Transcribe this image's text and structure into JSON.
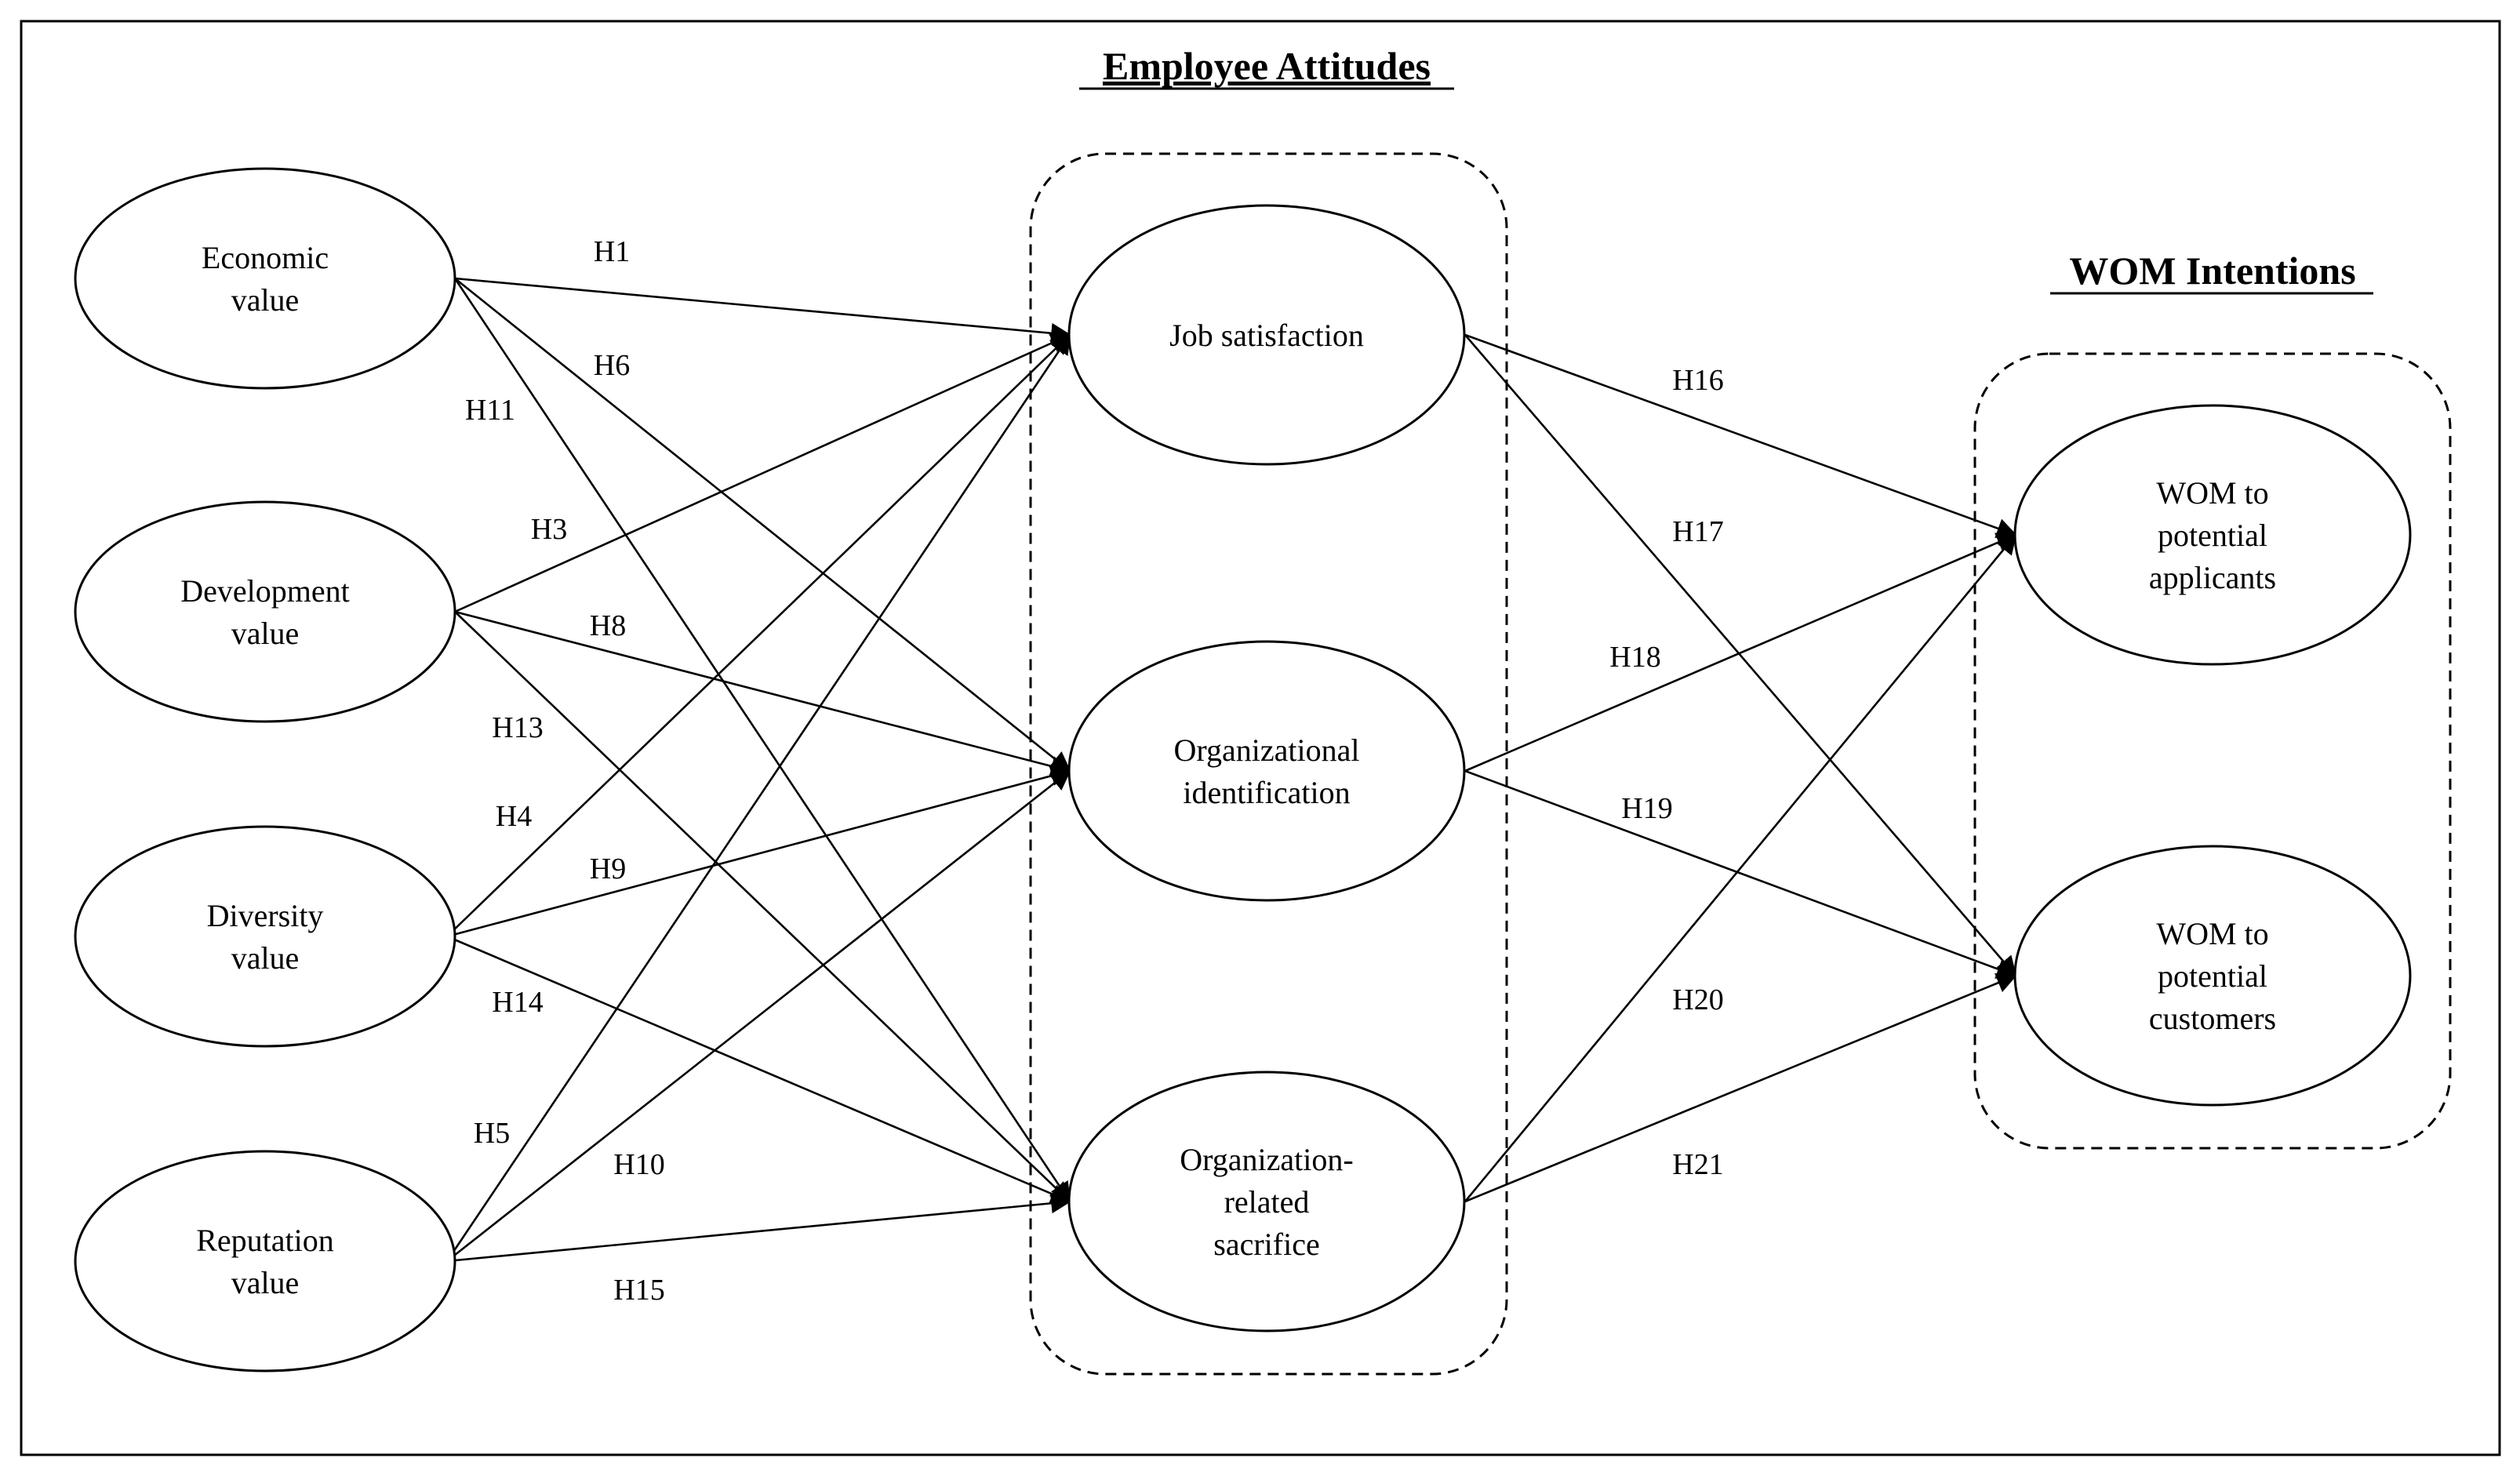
{
  "colors": {
    "stroke": "#000000",
    "background": "#ffffff"
  },
  "groups": {
    "employee_attitudes": {
      "title": "Employee Attitudes"
    },
    "wom_intentions": {
      "title": "WOM Intentions"
    }
  },
  "nodes": {
    "economic": {
      "label": [
        "Economic",
        "value"
      ]
    },
    "development": {
      "label": [
        "Development",
        "value"
      ]
    },
    "diversity": {
      "label": [
        "Diversity",
        "value"
      ]
    },
    "reputation": {
      "label": [
        "Reputation",
        "value"
      ]
    },
    "job_sat": {
      "label": [
        "Job satisfaction"
      ]
    },
    "org_id": {
      "label": [
        "Organizational",
        "identification"
      ]
    },
    "org_sac": {
      "label": [
        "Organization-",
        "related",
        "sacrifice"
      ]
    },
    "wom_app": {
      "label": [
        "WOM to",
        "potential",
        "applicants"
      ]
    },
    "wom_cust": {
      "label": [
        "WOM to",
        "potential",
        "customers"
      ]
    }
  },
  "edges": [
    {
      "id": "H1",
      "from": "economic",
      "to": "job_sat",
      "label": "H1"
    },
    {
      "id": "H6",
      "from": "economic",
      "to": "org_id",
      "label": "H6"
    },
    {
      "id": "H11",
      "from": "economic",
      "to": "org_sac",
      "label": "H11"
    },
    {
      "id": "H3",
      "from": "development",
      "to": "job_sat",
      "label": "H3"
    },
    {
      "id": "H8",
      "from": "development",
      "to": "org_id",
      "label": "H8"
    },
    {
      "id": "H13",
      "from": "development",
      "to": "org_sac",
      "label": "H13"
    },
    {
      "id": "H4",
      "from": "diversity",
      "to": "job_sat",
      "label": "H4"
    },
    {
      "id": "H9",
      "from": "diversity",
      "to": "org_id",
      "label": "H9"
    },
    {
      "id": "H14",
      "from": "diversity",
      "to": "org_sac",
      "label": "H14"
    },
    {
      "id": "H5",
      "from": "reputation",
      "to": "job_sat",
      "label": "H5"
    },
    {
      "id": "H10",
      "from": "reputation",
      "to": "org_id",
      "label": "H10"
    },
    {
      "id": "H15",
      "from": "reputation",
      "to": "org_sac",
      "label": "H15"
    },
    {
      "id": "H16",
      "from": "job_sat",
      "to": "wom_app",
      "label": "H16"
    },
    {
      "id": "H17",
      "from": "job_sat",
      "to": "wom_cust",
      "label": "H17"
    },
    {
      "id": "H18",
      "from": "org_id",
      "to": "wom_app",
      "label": "H18"
    },
    {
      "id": "H19",
      "from": "org_id",
      "to": "wom_cust",
      "label": "H19"
    },
    {
      "id": "H20",
      "from": "org_sac",
      "to": "wom_app",
      "label": "H20"
    },
    {
      "id": "H21",
      "from": "org_sac",
      "to": "wom_cust",
      "label": "H21"
    }
  ]
}
